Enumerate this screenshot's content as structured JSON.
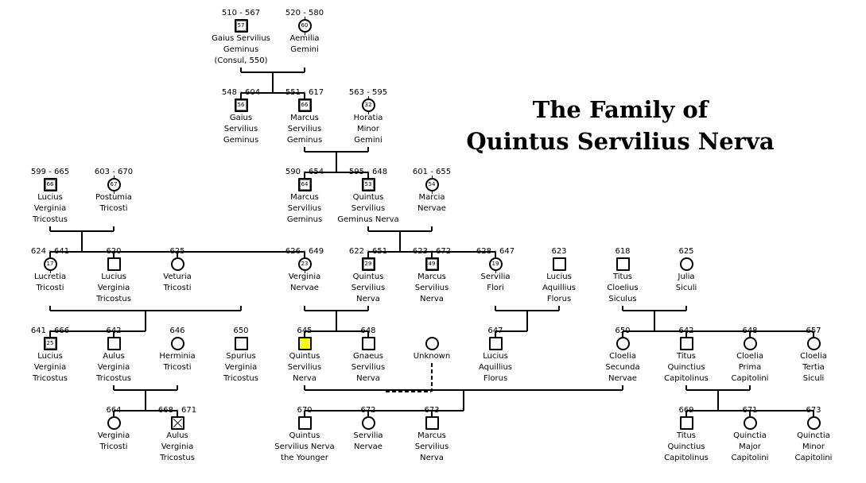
{
  "title": {
    "line1": "The Family of",
    "line2": "Quintus Servilius Nerva"
  },
  "people": [
    {
      "id": "gaius-elder",
      "dates": "510 - 567",
      "sex": "male",
      "age": "57",
      "name": [
        "Gaius Servilius",
        "Geminus",
        "(Consul, 550)"
      ]
    },
    {
      "id": "aemilia",
      "dates": "520 - 580",
      "sex": "female",
      "age": "60",
      "name": [
        "Aemilia",
        "Gemini"
      ]
    },
    {
      "id": "gaius-younger",
      "dates": "548 - 604",
      "sex": "male",
      "age": "56",
      "name": [
        "Gaius",
        "Servilius",
        "Geminus"
      ]
    },
    {
      "id": "marcus-elder",
      "dates": "551 - 617",
      "sex": "male",
      "age": "66",
      "name": [
        "Marcus",
        "Servilius",
        "Geminus"
      ]
    },
    {
      "id": "horatia",
      "dates": "563 - 595",
      "sex": "female",
      "age": "32",
      "name": [
        "Horatia",
        "Minor",
        "Gemini"
      ]
    },
    {
      "id": "lucius-tricostus-elder",
      "dates": "599 - 665",
      "sex": "male",
      "age": "66",
      "name": [
        "Lucius",
        "Verginia",
        "Tricostus"
      ]
    },
    {
      "id": "postumia",
      "dates": "603 - 670",
      "sex": "female",
      "age": "67",
      "name": [
        "Postumia",
        "Tricosti"
      ]
    },
    {
      "id": "marcus-geminus",
      "dates": "590 - 654",
      "sex": "male",
      "age": "64",
      "name": [
        "Marcus",
        "Servilius",
        "Geminus"
      ]
    },
    {
      "id": "quintus-geminus-nerva",
      "dates": "595 - 648",
      "sex": "male",
      "age": "53",
      "name": [
        "Quintus",
        "Servilius",
        "Geminus Nerva"
      ]
    },
    {
      "id": "marcia",
      "dates": "601 - 655",
      "sex": "female",
      "age": "54",
      "name": [
        "Marcia",
        "Nervae"
      ]
    },
    {
      "id": "lucretia",
      "dates": "624 - 641",
      "sex": "female",
      "age": "17",
      "name": [
        "Lucretia",
        "Tricosti"
      ]
    },
    {
      "id": "lucius-tricostus-620",
      "dates": "620",
      "sex": "male",
      "age": "",
      "name": [
        "Lucius",
        "Verginia",
        "Tricostus"
      ]
    },
    {
      "id": "veturia",
      "dates": "625",
      "sex": "female",
      "age": "",
      "name": [
        "Veturia",
        "Tricosti"
      ]
    },
    {
      "id": "verginia-nervae",
      "dates": "626 - 649",
      "sex": "female",
      "age": "23",
      "name": [
        "Verginia",
        "Nervae"
      ]
    },
    {
      "id": "quintus-nerva-622",
      "dates": "622 - 651",
      "sex": "male",
      "age": "29",
      "name": [
        "Quintus",
        "Servilius",
        "Nerva"
      ]
    },
    {
      "id": "marcus-nerva-623",
      "dates": "623 - 672",
      "sex": "male",
      "age": "49",
      "name": [
        "Marcus",
        "Servilius",
        "Nerva"
      ]
    },
    {
      "id": "servilia-flori",
      "dates": "628 - 647",
      "sex": "female",
      "age": "19",
      "name": [
        "Servilia",
        "Flori"
      ]
    },
    {
      "id": "lucius-florus-623",
      "dates": "623",
      "sex": "male",
      "age": "",
      "name": [
        "Lucius",
        "Aquillius",
        "Florus"
      ]
    },
    {
      "id": "titus-siculus",
      "dates": "618",
      "sex": "male",
      "age": "",
      "name": [
        "Titus",
        "Cloelius",
        "Siculus"
      ]
    },
    {
      "id": "julia",
      "dates": "625",
      "sex": "female",
      "age": "",
      "name": [
        "Julia",
        "Siculi"
      ]
    },
    {
      "id": "lucius-tricostus-641",
      "dates": "641 - 666",
      "sex": "male",
      "age": "25",
      "name": [
        "Lucius",
        "Verginia",
        "Tricostus"
      ]
    },
    {
      "id": "aulus-642",
      "dates": "642",
      "sex": "male",
      "age": "",
      "name": [
        "Aulus",
        "Verginia",
        "Tricostus"
      ]
    },
    {
      "id": "herminia",
      "dates": "646",
      "sex": "female",
      "age": "",
      "name": [
        "Herminia",
        "Tricosti"
      ]
    },
    {
      "id": "spurius",
      "dates": "650",
      "sex": "male",
      "age": "",
      "name": [
        "Spurius",
        "Verginia",
        "Tricostus"
      ]
    },
    {
      "id": "quintus-645",
      "dates": "645",
      "sex": "male",
      "age": "",
      "highlight": true,
      "name": [
        "Quintus",
        "Servilius",
        "Nerva"
      ]
    },
    {
      "id": "gnaeus",
      "dates": "648",
      "sex": "male",
      "age": "",
      "name": [
        "Gnaeus",
        "Servilius",
        "Nerva"
      ]
    },
    {
      "id": "unknown",
      "dates": "",
      "sex": "female",
      "age": "",
      "name": [
        "Unknown"
      ]
    },
    {
      "id": "lucius-florus-647",
      "dates": "647",
      "sex": "male",
      "age": "",
      "name": [
        "Lucius",
        "Aquillius",
        "Florus"
      ]
    },
    {
      "id": "cloelia-secunda",
      "dates": "650",
      "sex": "female",
      "age": "",
      "name": [
        "Cloelia",
        "Secunda",
        "Nervae"
      ]
    },
    {
      "id": "titus-capitolinus-642",
      "dates": "642",
      "sex": "male",
      "age": "",
      "name": [
        "Titus",
        "Quinctius",
        "Capitolinus"
      ]
    },
    {
      "id": "cloelia-prima",
      "dates": "648",
      "sex": "female",
      "age": "",
      "name": [
        "Cloelia",
        "Prima",
        "Capitolini"
      ]
    },
    {
      "id": "cloelia-tertia",
      "dates": "657",
      "sex": "female",
      "age": "",
      "name": [
        "Cloelia",
        "Tertia",
        "Siculi"
      ]
    },
    {
      "id": "verginia-664",
      "dates": "664",
      "sex": "female",
      "age": "",
      "name": [
        "Verginia",
        "Tricosti"
      ]
    },
    {
      "id": "aulus-668",
      "dates": "668 - 671",
      "sex": "male",
      "age": "",
      "cross": true,
      "name": [
        "Aulus",
        "Verginia",
        "Tricostus"
      ]
    },
    {
      "id": "quintus-younger",
      "dates": "670",
      "sex": "male",
      "age": "",
      "name": [
        "Quintus",
        "Servilius Nerva",
        "the Younger"
      ]
    },
    {
      "id": "servilia-672",
      "dates": "672",
      "sex": "female",
      "age": "",
      "name": [
        "Servilia",
        "Nervae"
      ]
    },
    {
      "id": "marcus-673",
      "dates": "673",
      "sex": "male",
      "age": "",
      "name": [
        "Marcus",
        "Servilius",
        "Nerva"
      ]
    },
    {
      "id": "titus-669",
      "dates": "669",
      "sex": "male",
      "age": "",
      "name": [
        "Titus",
        "Quinctius",
        "Capitolinus"
      ]
    },
    {
      "id": "quinctia-major",
      "dates": "671",
      "sex": "female",
      "age": "",
      "name": [
        "Quinctia",
        "Major",
        "Capitolini"
      ]
    },
    {
      "id": "quinctia-minor",
      "dates": "673",
      "sex": "female",
      "age": "",
      "name": [
        "Quinctia",
        "Minor",
        "Capitolini"
      ]
    }
  ],
  "marriages": [
    {
      "a": "gaius-elder",
      "b": "aemilia",
      "children": [
        "gaius-younger",
        "marcus-elder"
      ]
    },
    {
      "a": "marcus-elder",
      "b": "horatia",
      "children": [
        "marcus-geminus",
        "quintus-geminus-nerva"
      ]
    },
    {
      "a": "lucius-tricostus-elder",
      "b": "postumia",
      "children": [
        "lucretia",
        "lucius-tricostus-620",
        "veturia",
        "verginia-nervae"
      ]
    },
    {
      "a": "quintus-geminus-nerva",
      "b": "marcia",
      "children": [
        "quintus-nerva-622",
        "marcus-nerva-623",
        "servilia-flori"
      ]
    },
    {
      "a": "lucretia",
      "b": "spurius",
      "children": [
        "lucius-tricostus-641",
        "aulus-642"
      ]
    },
    {
      "a": "verginia-nervae",
      "b": "quintus-nerva-622",
      "children": [
        "quintus-645",
        "gnaeus"
      ]
    },
    {
      "a": "servilia-flori",
      "b": "lucius-florus-623",
      "children": [
        "lucius-florus-647"
      ]
    },
    {
      "a": "titus-siculus",
      "b": "julia",
      "children": [
        "cloelia-secunda",
        "titus-capitolinus-642",
        "cloelia-prima",
        "cloelia-tertia"
      ]
    },
    {
      "a": "aulus-642",
      "b": "herminia",
      "children": [
        "verginia-664",
        "aulus-668"
      ]
    },
    {
      "a": "quintus-645",
      "b": "cloelia-secunda",
      "children": [
        "quintus-younger",
        "servilia-672",
        "marcus-673"
      ]
    },
    {
      "a": "titus-capitolinus-642",
      "b": "cloelia-prima",
      "children": [
        "titus-669",
        "quinctia-major",
        "quinctia-minor"
      ]
    }
  ],
  "partnerships": [
    {
      "a": "gnaeus",
      "b": "unknown",
      "style": "dashed"
    }
  ]
}
